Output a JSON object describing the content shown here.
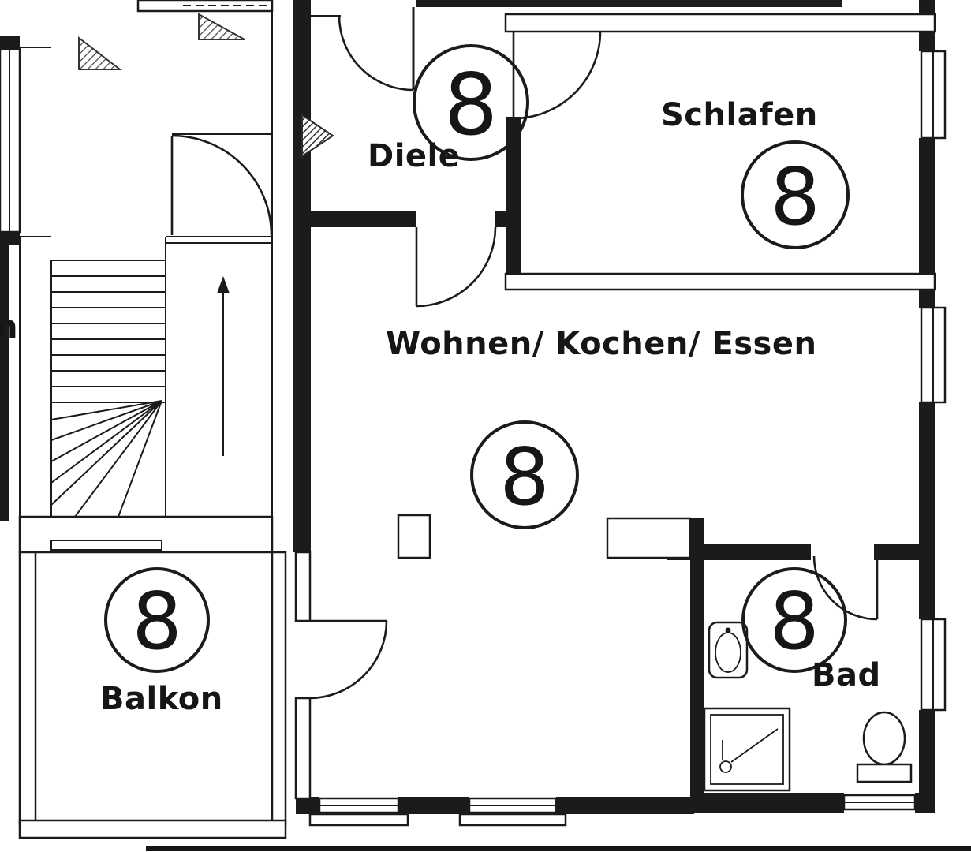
{
  "drawing": {
    "kind": "apartment-floor-plan",
    "unit_number": "8",
    "rooms": [
      {
        "key": "diele",
        "label": "Diele",
        "unit_badge": "8"
      },
      {
        "key": "schlafen",
        "label": "Schlafen",
        "unit_badge": "8"
      },
      {
        "key": "wohnen",
        "label": "Wohnen/ Kochen/ Essen",
        "unit_badge": "8"
      },
      {
        "key": "balkon",
        "label": "Balkon",
        "unit_badge": "8"
      },
      {
        "key": "bad",
        "label": "Bad",
        "unit_badge": "8"
      }
    ],
    "cropped_left_label_fragment": "n",
    "colors": {
      "ink": "#1b1b1b",
      "paper": "#ffffff",
      "hatch": "#4a4a4a"
    }
  }
}
